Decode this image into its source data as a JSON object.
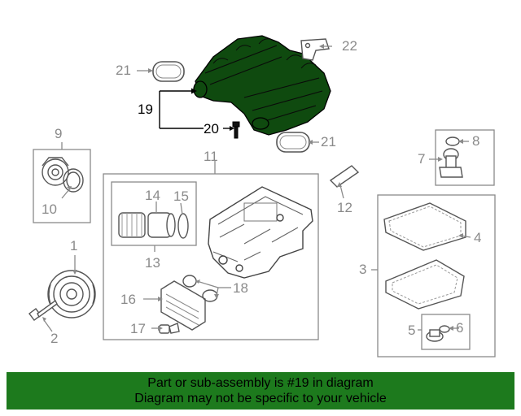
{
  "callouts": {
    "c1": "1",
    "c2": "2",
    "c3": "3",
    "c4": "4",
    "c5": "5",
    "c6": "6",
    "c7": "7",
    "c8": "8",
    "c9": "9",
    "c10": "10",
    "c11": "11",
    "c12": "12",
    "c13": "13",
    "c14": "14",
    "c15": "15",
    "c16": "16",
    "c17": "17",
    "c18": "18",
    "c19": "19",
    "c20": "20",
    "c21a": "21",
    "c21b": "21",
    "c22": "22"
  },
  "highlighted_part": "19",
  "banner": {
    "line1": "Part or sub-assembly is #19 in diagram",
    "line2": "Diagram may not be specific to your vehicle"
  },
  "colors": {
    "highlight_fill": "#0f4a0f",
    "banner_bg": "#1d7a1d",
    "line_gray": "#8a8a8a"
  }
}
